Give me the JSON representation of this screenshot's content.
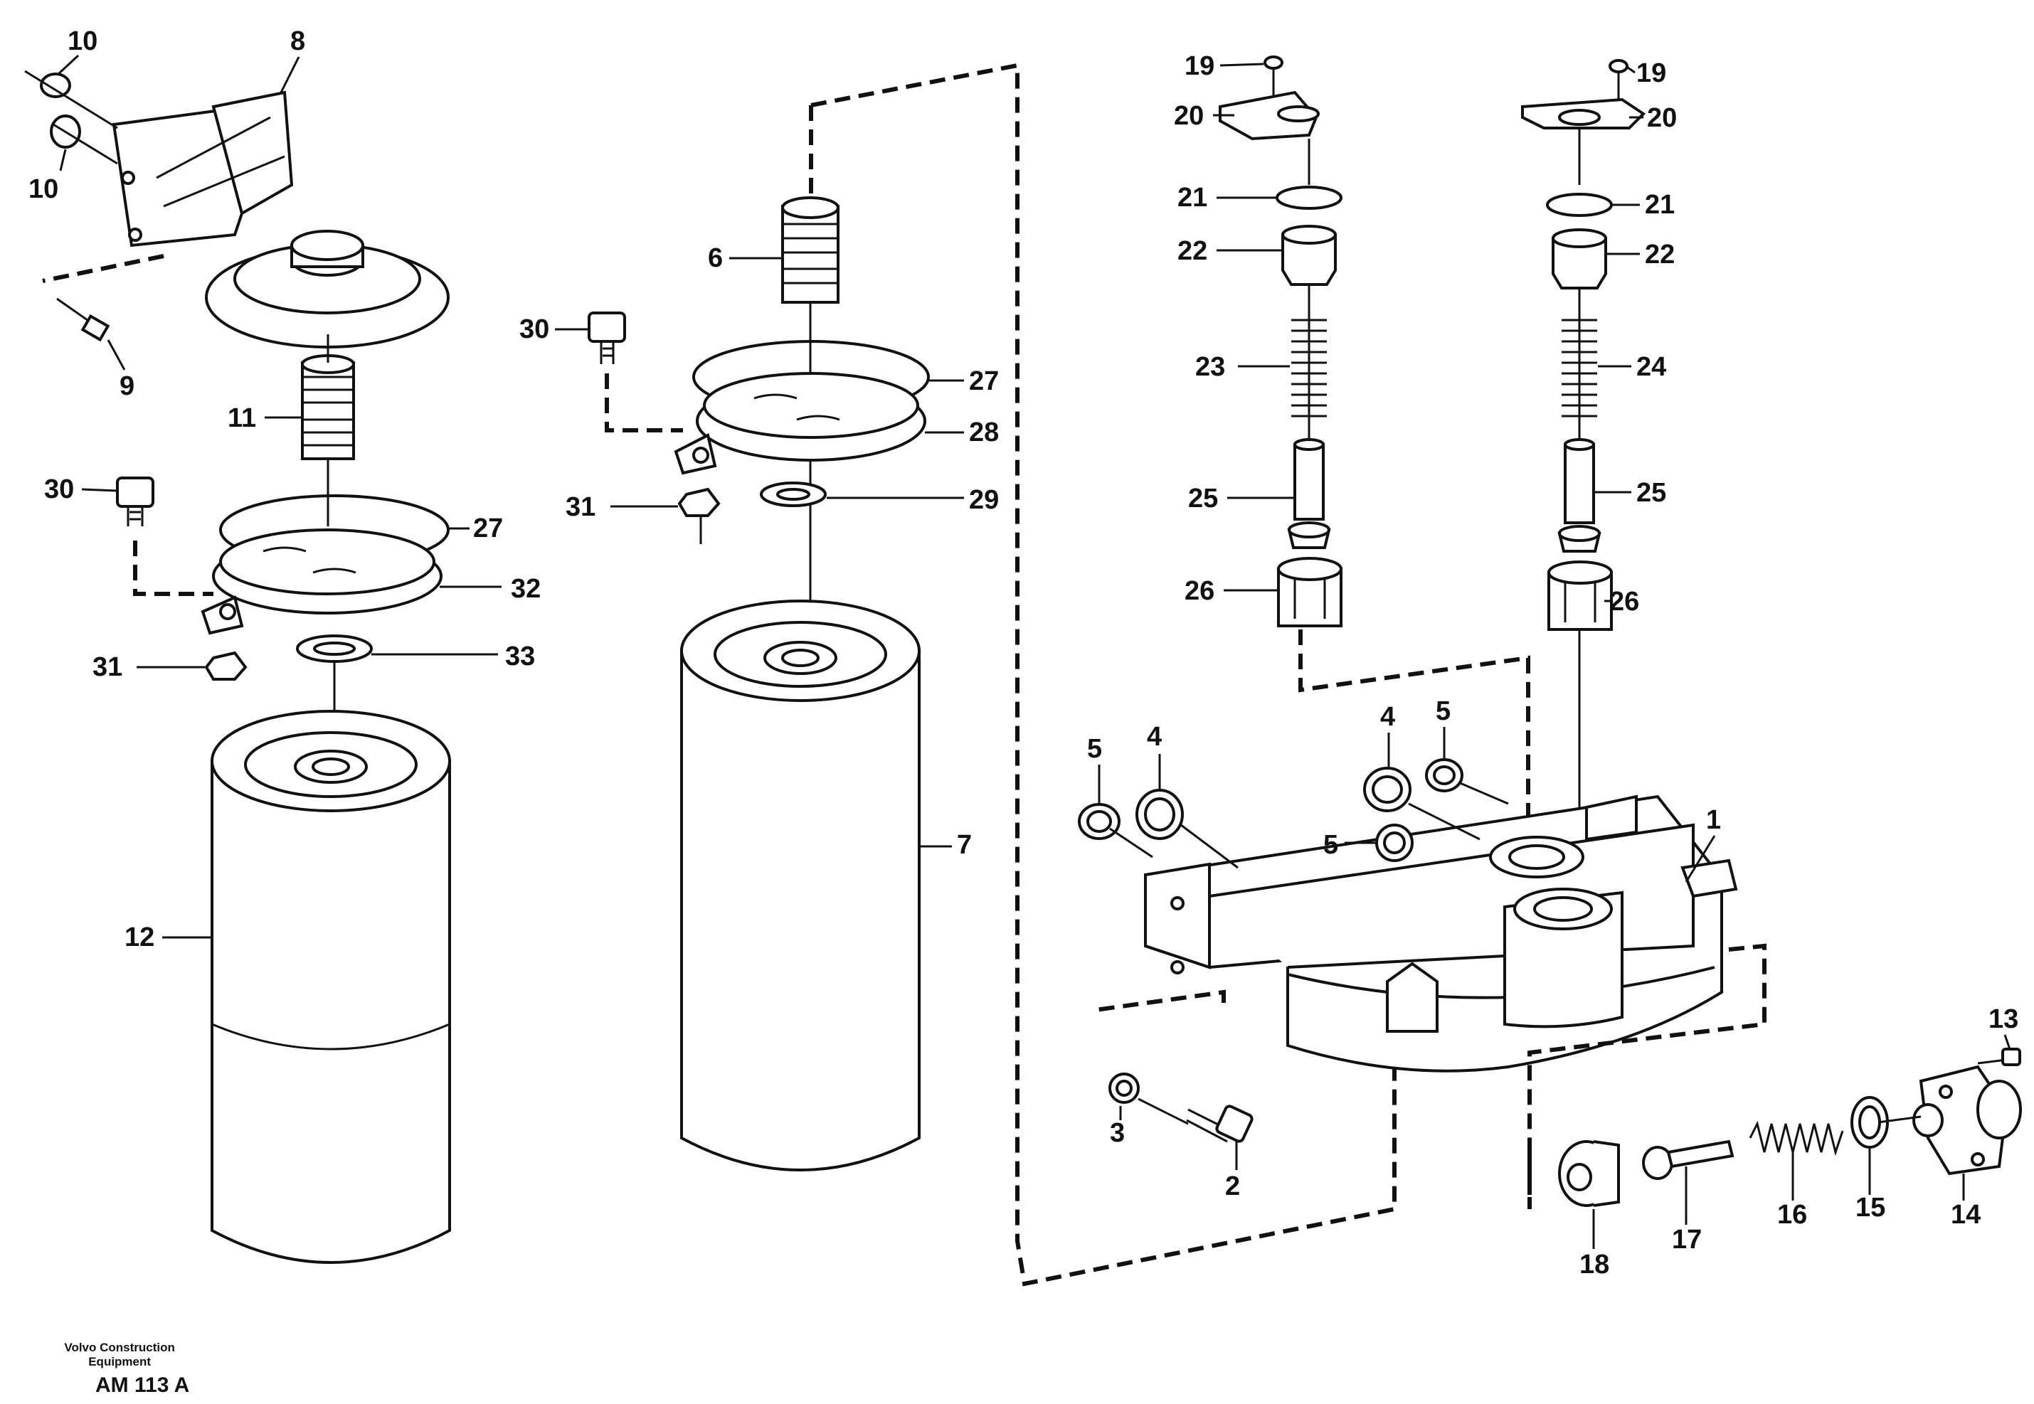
{
  "footer": {
    "company_line1": "Volvo Construction",
    "company_line2": "Equipment",
    "drawing_code": "AM 113 A"
  },
  "labels": {
    "l1": "1",
    "l2": "2",
    "l3": "3",
    "l4": "4",
    "l5": "5",
    "l6": "6",
    "l7": "7",
    "l8": "8",
    "l9": "9",
    "l10": "10",
    "l11": "11",
    "l12": "12",
    "l13": "13",
    "l14": "14",
    "l15": "15",
    "l16": "16",
    "l17": "17",
    "l18": "18",
    "l19": "19",
    "l20": "20",
    "l21": "21",
    "l22": "22",
    "l23": "23",
    "l24": "24",
    "l25": "25",
    "l26": "26",
    "l27": "27",
    "l28": "28",
    "l29": "29",
    "l30": "30",
    "l31": "31",
    "l32": "32",
    "l33": "33"
  }
}
